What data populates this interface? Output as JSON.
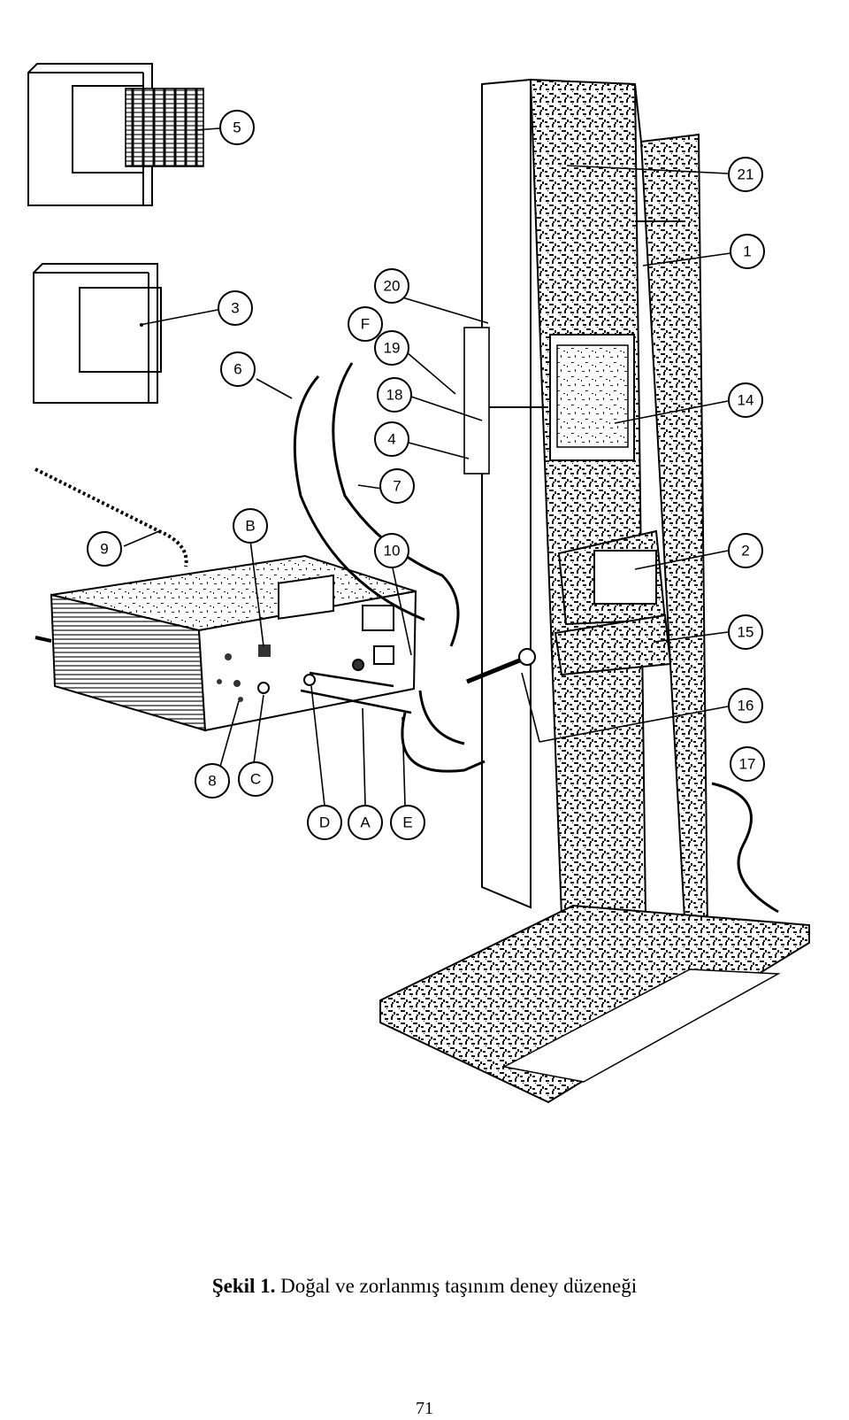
{
  "figure": {
    "callouts": [
      "1",
      "2",
      "3",
      "4",
      "5",
      "6",
      "7",
      "8",
      "9",
      "10",
      "14",
      "15",
      "16",
      "17",
      "18",
      "19",
      "20",
      "21",
      "A",
      "B",
      "C",
      "D",
      "E",
      "F"
    ]
  },
  "caption": {
    "prefix": "Şekil 1.",
    "text": "Doğal ve zorlanmış taşınım deney düzeneği"
  },
  "page_number": "71"
}
